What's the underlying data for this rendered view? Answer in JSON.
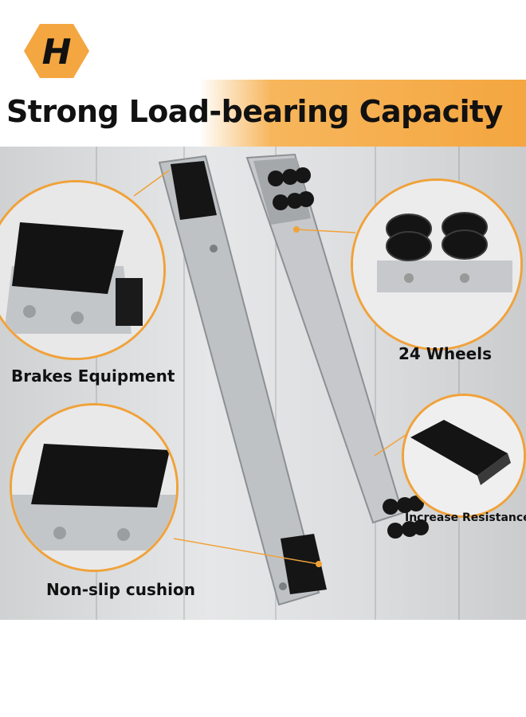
{
  "brand": {
    "logo_letter": "H",
    "logo_color": "#f4a640"
  },
  "headline": "Strong Load-bearing Capacity",
  "callouts": {
    "brakes": "Brakes Equipment",
    "wheels": "24 Wheels",
    "cushion": "Non-slip cushion",
    "resistance": "Increase Resistance"
  },
  "colors": {
    "accent": "#f4a640",
    "text": "#111111",
    "metal": "#b9bcbf",
    "pad": "#141414"
  }
}
